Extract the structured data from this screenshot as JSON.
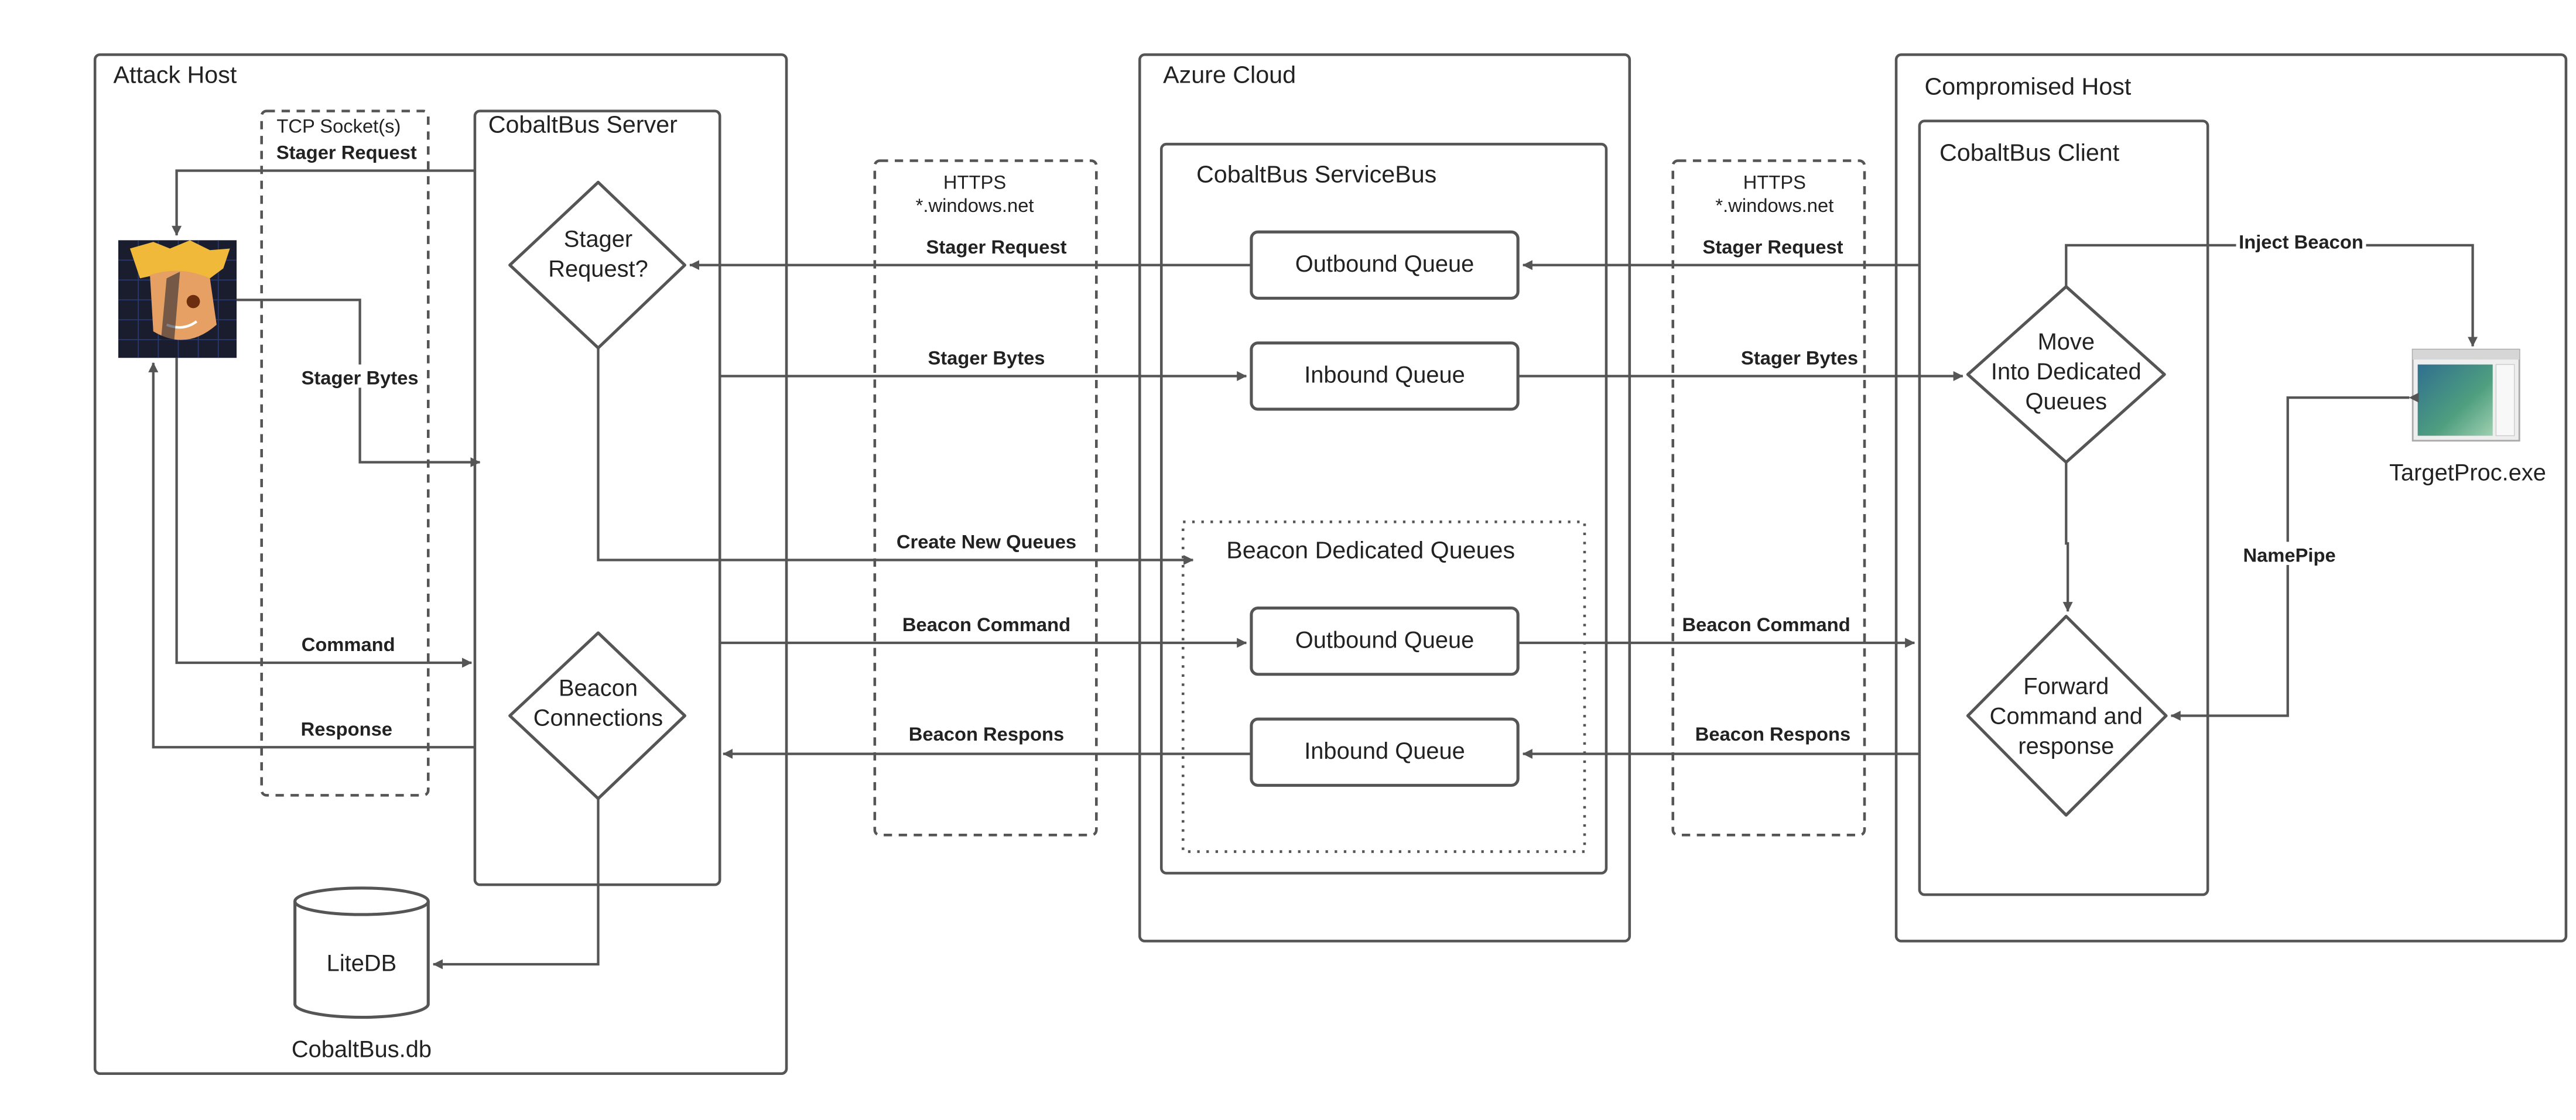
{
  "colors": {
    "stroke": "#555555",
    "text": "#222222",
    "background": "#ffffff"
  },
  "attack_host": {
    "title": "Attack Host",
    "tcp_socket_label": "TCP Socket(s)",
    "server_title": "CobaltBus Server",
    "stager_decision": [
      "Stager",
      "Request?"
    ],
    "beacon_decision": [
      "Beacon",
      "Connections"
    ],
    "db_label": "LiteDB",
    "db_file": "CobaltBus.db",
    "avatar_icon": "cobaltstrike-avatar-icon"
  },
  "https_left": {
    "line1": "HTTPS",
    "line2": "*.windows.net"
  },
  "https_right": {
    "line1": "HTTPS",
    "line2": "*.windows.net"
  },
  "azure": {
    "title": "Azure Cloud",
    "servicebus_title": "CobaltBus ServiceBus",
    "outbound_queue": "Outbound Queue",
    "inbound_queue": "Inbound Queue",
    "dedicated_title": "Beacon Dedicated Queues",
    "beacon_outbound_queue": "Outbound Queue",
    "beacon_inbound_queue": "Inbound Queue"
  },
  "compromised_host": {
    "title": "Compromised Host",
    "client_title": "CobaltBus Client",
    "move_decision": [
      "Move",
      "Into Dedicated",
      "Queues"
    ],
    "forward_decision": [
      "Forward",
      "Command and",
      "response"
    ],
    "target_label": "TargetProc.exe",
    "target_icon": "application-window-icon"
  },
  "edges": {
    "stager_request_tcp": "Stager Request",
    "stager_bytes_tcp": "Stager Bytes",
    "command": "Command",
    "response": "Response",
    "stager_request_left": "Stager Request",
    "stager_bytes_left": "Stager Bytes",
    "create_new_queues": "Create New Queues",
    "beacon_command_left": "Beacon Command",
    "beacon_respons_left": "Beacon Respons",
    "stager_request_right": "Stager Request",
    "stager_bytes_right": "Stager Bytes",
    "beacon_command_right": "Beacon Command",
    "beacon_respons_right": "Beacon Respons",
    "inject_beacon": "Inject Beacon",
    "namepipe": "NamePipe"
  }
}
